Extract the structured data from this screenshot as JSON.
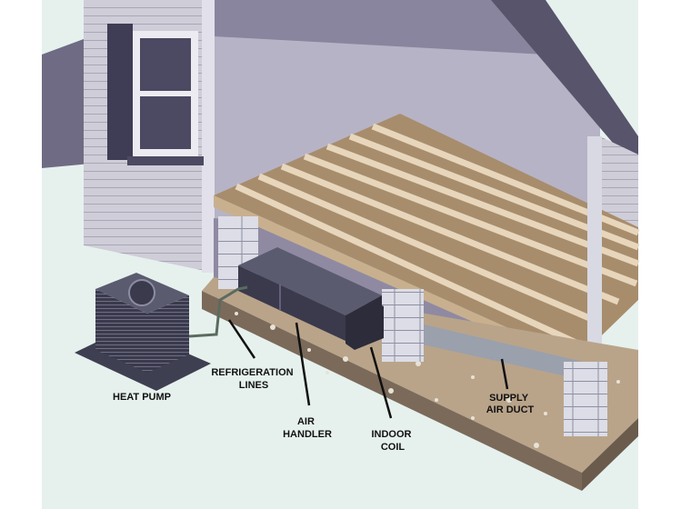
{
  "labels": {
    "heat_pump": [
      "HEAT PUMP"
    ],
    "refrigeration_lines": [
      "REFRIGERATION",
      "LINES"
    ],
    "air_handler": [
      "AIR",
      "HANDLER"
    ],
    "indoor_coil": [
      "INDOOR",
      "COIL"
    ],
    "supply_air_duct": [
      "SUPPLY",
      "AIR DUCT"
    ]
  },
  "colors": {
    "sky": "#e6f1ee",
    "siding": "#cfcdd8",
    "siding_line": "#a9a7b6",
    "wall_dark": "#57546b",
    "crawlspace": "#8f8aa2",
    "wood": "#d8c3a3",
    "wood_dark": "#a78d6c",
    "block": "#dcdde6",
    "slab": "#b9a48a",
    "slab_dark": "#7b6a5a",
    "equipment": "#3a3a4c",
    "equipment_light": "#5b5b70",
    "leader": "#111111"
  }
}
